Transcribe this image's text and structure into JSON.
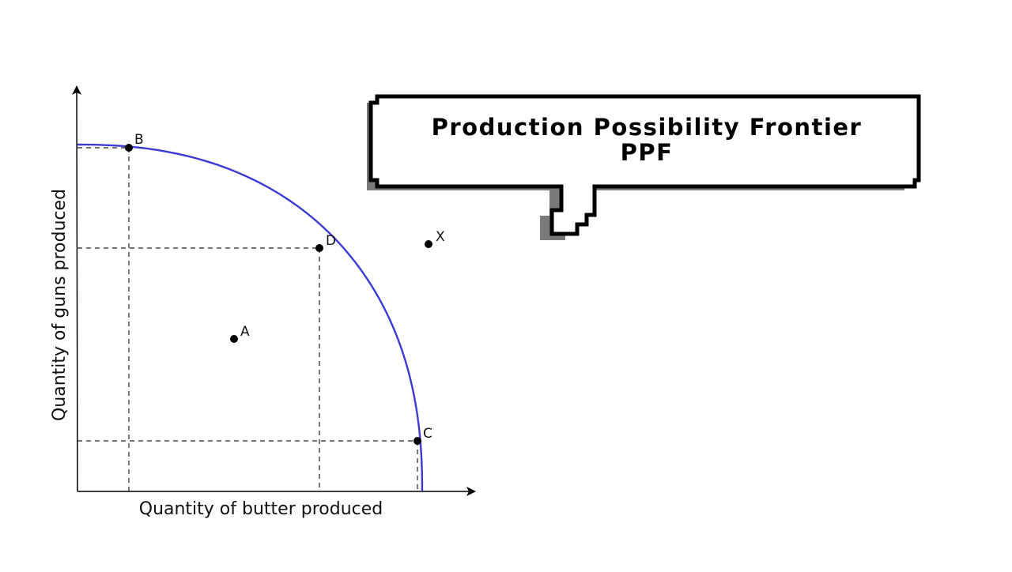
{
  "axes": {
    "x_label": "Quantity of butter produced",
    "y_label": "Quantity of guns produced"
  },
  "points": [
    {
      "id": "A",
      "label": "A",
      "on_curve": false
    },
    {
      "id": "B",
      "label": "B",
      "on_curve": true
    },
    {
      "id": "C",
      "label": "C",
      "on_curve": true
    },
    {
      "id": "D",
      "label": "D",
      "on_curve": true
    },
    {
      "id": "X",
      "label": "X",
      "on_curve": false
    }
  ],
  "callout": {
    "line1": "Production Possibility Frontier",
    "line2": "PPF"
  },
  "colors": {
    "curve": "#3b3bd4",
    "axis": "#000000",
    "bubble_shadow": "#7a7a7a",
    "bubble_fill": "#ffffff",
    "bubble_border": "#000000"
  }
}
